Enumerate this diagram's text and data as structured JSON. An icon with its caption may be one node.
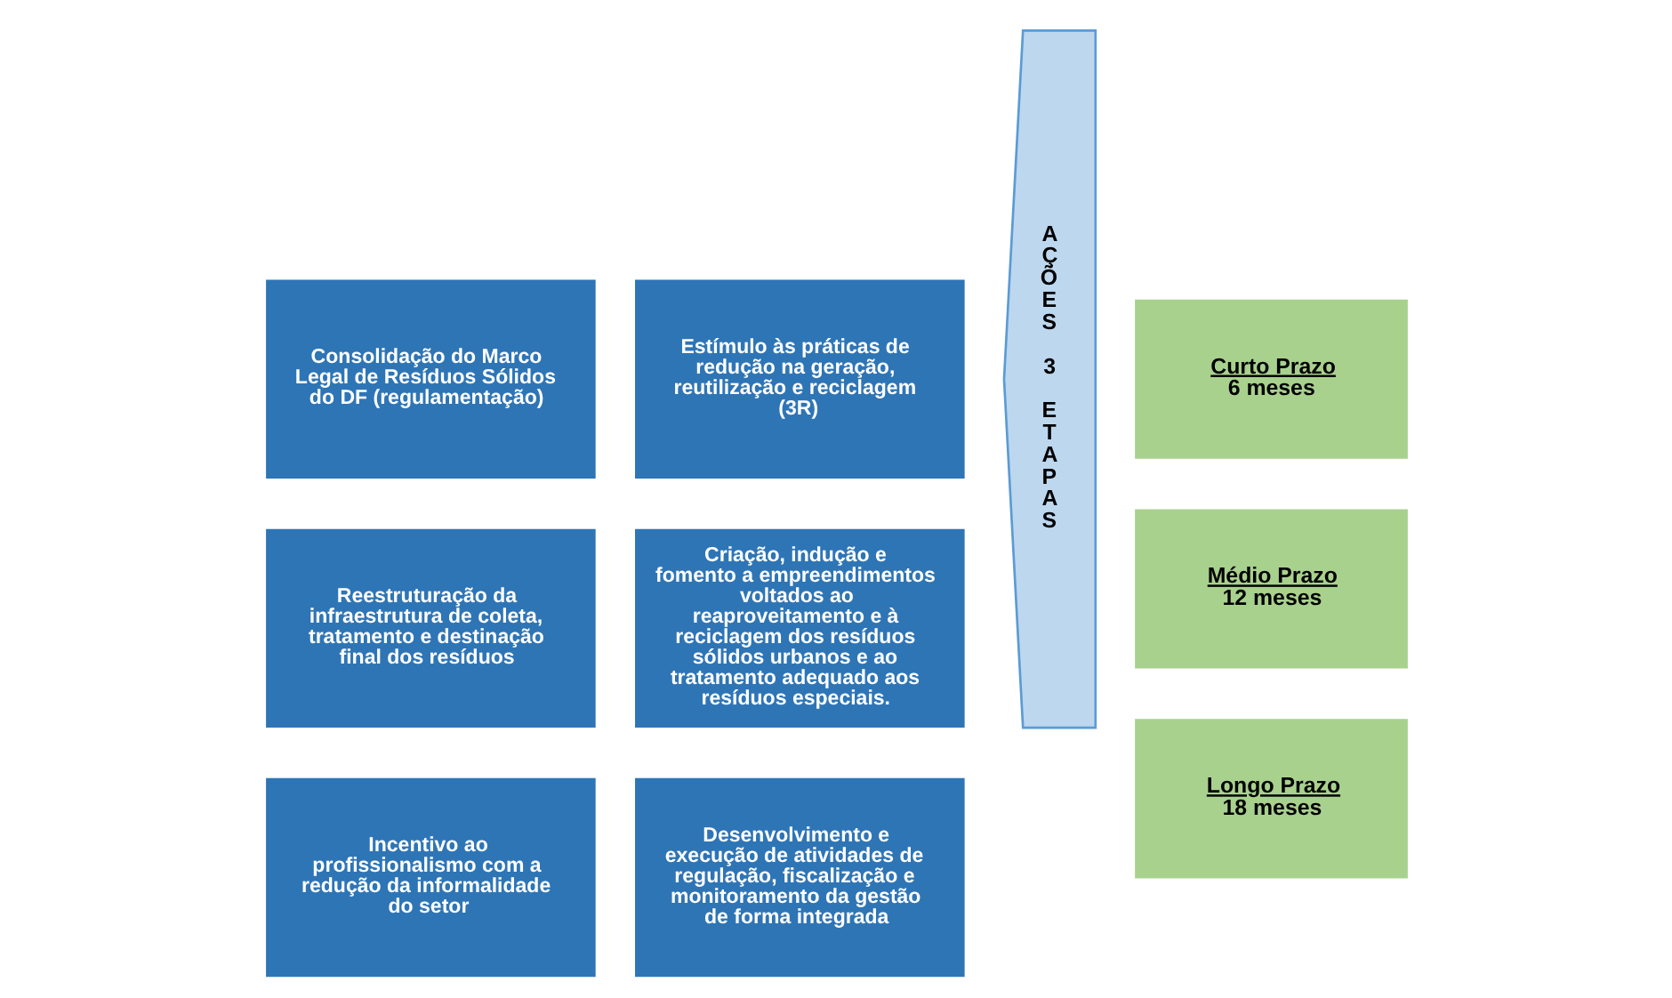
{
  "diagram": {
    "nodes": [
      {
        "text": [
          "Consolidação do Marco Legal de Resíduos Sólidos do DF (regulamentação)"
        ]
      },
      {
        "text": [
          "Estímulo às práticas de redução na geração, reutilização e reciclagem (3R)"
        ]
      },
      {
        "text": [
          "AÇÕES 3 ETAPAS"
        ]
      },
      {
        "text": [
          "Curto Prazo",
          "6 meses"
        ]
      },
      {
        "text": [
          "Reestruturação da infraestrutura de coleta, tratamento e destinação final dos resíduos"
        ]
      },
      {
        "text": [
          "Criação, indução e fomento a empreendimentos voltados ao reaproveitamento e à reciclagem dos resíduos sólidos urbanos e ao tratamento adequado aos resíduos especiais."
        ]
      },
      {
        "text": [
          "Médio Prazo",
          "12 meses"
        ]
      },
      {
        "text": [
          "Incentivo ao profissionalismo com a redução da informalidade do setor"
        ]
      },
      {
        "text": [
          "Desenvolvimento e execução de atividades de regulação, fiscalização e monitoramento da gestão de forma integrada"
        ]
      },
      {
        "text": [
          "Longo Prazo",
          "18 meses"
        ]
      }
    ]
  }
}
